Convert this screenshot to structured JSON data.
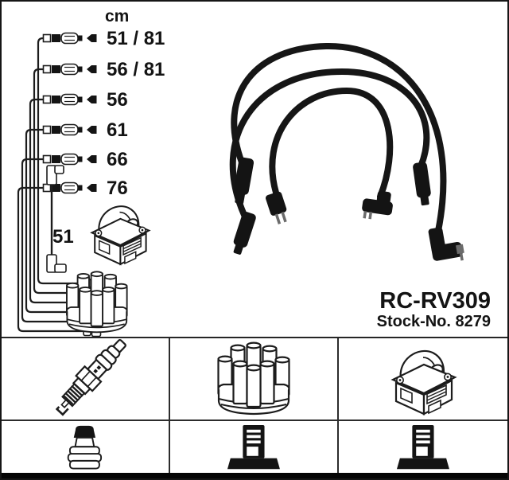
{
  "header": {
    "unit": "cm"
  },
  "product": {
    "part_number": "RC-RV309",
    "stock_number": "Stock-No. 8279"
  },
  "measurements": {
    "rows": [
      {
        "label": "51 / 81"
      },
      {
        "label": "56 / 81"
      },
      {
        "label": "56"
      },
      {
        "label": "61"
      },
      {
        "label": "66"
      },
      {
        "label": "76"
      }
    ],
    "coil_wire_label": "51"
  },
  "diagram": {
    "icons": [
      "wire-end-icon",
      "ignition-coil-icon",
      "distributor-cap-icon",
      "ignition-wire-set-photo"
    ]
  },
  "legend_table": {
    "top_row_icons": [
      "spark-plug-icon",
      "distributor-cap-icon",
      "ignition-coil-icon"
    ],
    "bottom_row_icons": [
      "spark-plug-boot-icon",
      "distributor-terminal-icon",
      "coil-terminal-icon"
    ]
  },
  "colors": {
    "line": "#1c1c1c",
    "wire": "#161616",
    "background": "#ffffff"
  }
}
